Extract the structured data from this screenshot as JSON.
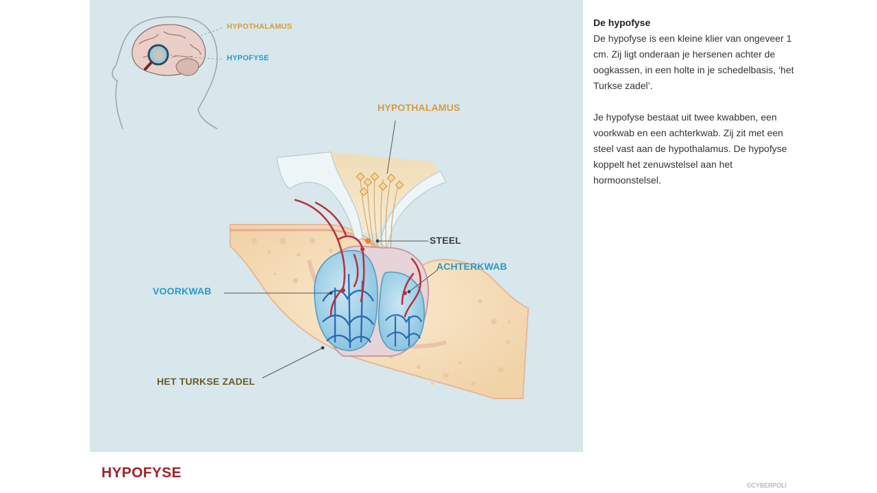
{
  "colors": {
    "panel_bg": "#d7e7ec",
    "hypothalamus_label": "#d89a3f",
    "blue_label": "#2a9ac6",
    "dark_label": "#3b3b3b",
    "olive_label": "#6a5a2a",
    "title_red": "#a3222a",
    "bone": "#f5e0c0",
    "gland_blue": "#a9d6ea",
    "blood_red": "#b8323a",
    "vessel_blue": "#2a6cb4"
  },
  "mini_diagram": {
    "label_hypothalamus": "HYPOTHALAMUS",
    "label_hypofyse": "HYPOFYSE"
  },
  "main_diagram": {
    "label_hypothalamus": "HYPOTHALAMUS",
    "label_steel": "STEEL",
    "label_achterkwab": "ACHTERKWAB",
    "label_voorkwab": "VOORKWAB",
    "label_turkse_zadel": "HET TURKSE ZADEL"
  },
  "info": {
    "heading": "De hypofyse",
    "paragraph1": "De hypofyse is een kleine klier van ongeveer 1 cm. Zij ligt onderaan je hersenen achter de oogkassen, in een holte in je schedelbasis, ‘het Turkse zadel’.",
    "paragraph2": "Je hypofyse bestaat uit twee kwabben, een voorkwab en een achterkwab. Zij zit met een steel vast aan de hypothalamus. De hypofyse koppelt het zenuwstelsel aan het hormoonstelsel."
  },
  "page_title": "HYPOFYSE",
  "copyright": "©CYBERPOLI"
}
